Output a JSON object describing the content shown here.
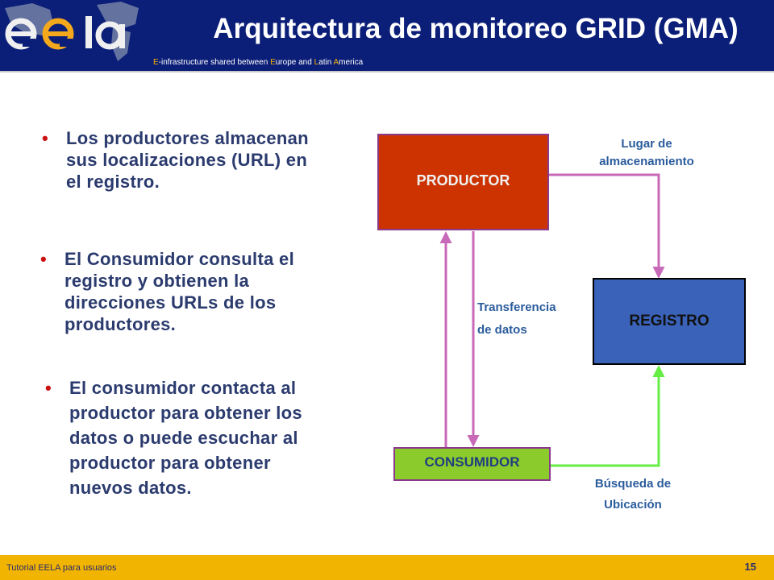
{
  "header": {
    "title": "Arquitectura de monitoreo GRID (GMA)",
    "tagline_parts": [
      {
        "text": "E",
        "highlight": true
      },
      {
        "text": "-infrastructure shared between ",
        "highlight": false
      },
      {
        "text": "E",
        "highlight": true
      },
      {
        "text": "urope and ",
        "highlight": false
      },
      {
        "text": "L",
        "highlight": true
      },
      {
        "text": "atin ",
        "highlight": false
      },
      {
        "text": "A",
        "highlight": true
      },
      {
        "text": "merica",
        "highlight": false
      }
    ],
    "logo": "eela-logo"
  },
  "bullets": [
    "Los productores almacenan sus localizaciones (URL) en el registro.",
    "El Consumidor consulta el registro y obtienen la direcciones URLs de los productores.",
    "El consumidor contacta al productor para obtener los datos o puede escuchar al productor para obtener nuevos datos."
  ],
  "diagram": {
    "nodes": {
      "productor": "PRODUCTOR",
      "registro": "REGISTRO",
      "consumidor": "CONSUMIDOR"
    },
    "labels": {
      "lugar_line1": "Lugar de",
      "lugar_line2": "almacenamiento",
      "transf_line1": "Transferencia",
      "transf_line2": "de datos",
      "busq_line1": "Búsqueda de",
      "busq_line2": "Ubicación"
    },
    "colors": {
      "productor": "#cc3300",
      "registro": "#3a62b8",
      "consumidor": "#8ccb2c",
      "arrow_pink": "#c86ab8",
      "arrow_green": "#66ee44"
    }
  },
  "footer": {
    "text": "Tutorial EELA para usuarios",
    "page": "15"
  }
}
